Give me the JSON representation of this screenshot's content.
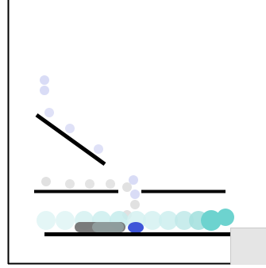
{
  "scene": {
    "background": "#ffffff",
    "wall_color": "#000000",
    "platform_color": "#000000",
    "colors": {
      "ghost_lavender": "#c9cdf2",
      "ghost_gray": "#d9d9d9",
      "aqua_light": "#dff5f5",
      "aqua_mid": "#bfe9e9",
      "aqua_strong": "#6dd3cf",
      "dark_gray": "#6e6e6e",
      "blue_ball": "#3f56d8"
    },
    "platforms": [
      {
        "name": "ramp-platform"
      },
      {
        "name": "left-shelf-platform"
      },
      {
        "name": "right-shelf-platform"
      },
      {
        "name": "floor-platform"
      }
    ]
  },
  "panel": {
    "color": "#e5e5e5",
    "border": "#c8c8c8"
  }
}
